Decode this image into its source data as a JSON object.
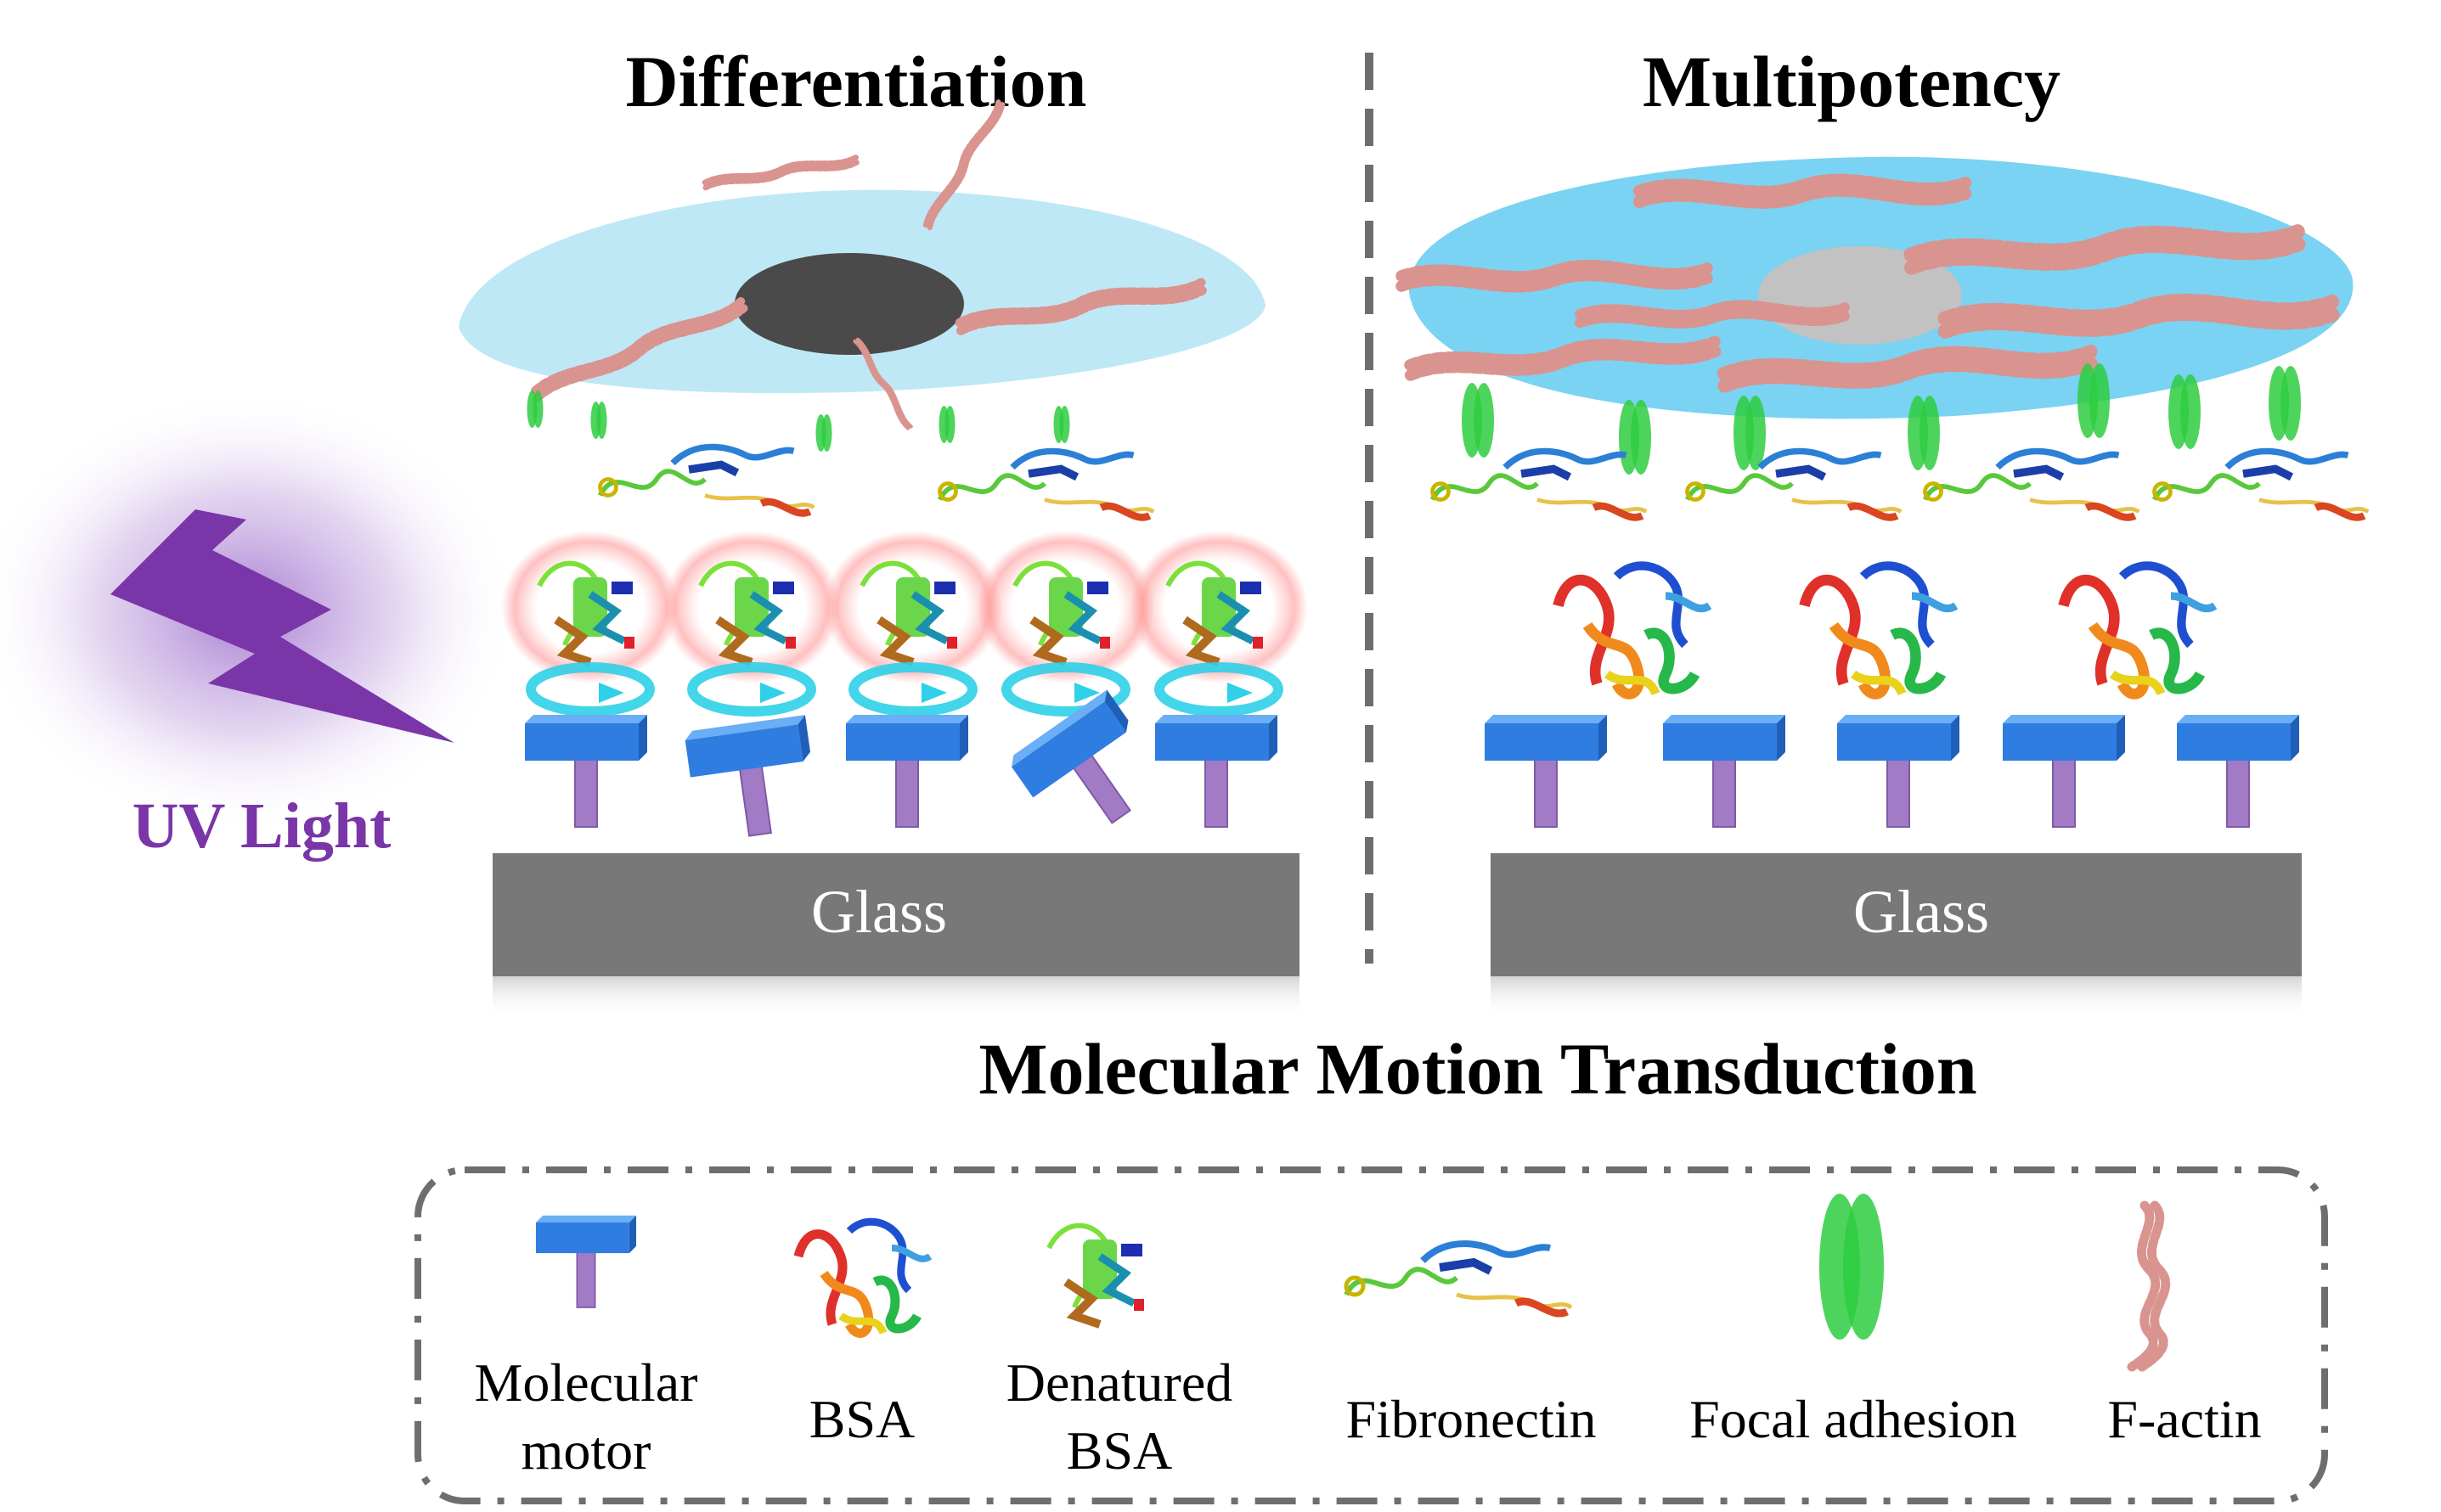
{
  "panels": {
    "left": {
      "title": "Differentiation",
      "substrate_label": "Glass"
    },
    "right": {
      "title": "Multipotency",
      "substrate_label": "Glass"
    }
  },
  "uv": {
    "label": "UV Light"
  },
  "center": {
    "caption": "Molecular Motion Transduction"
  },
  "legend": {
    "items": [
      {
        "name": "molecular-motor",
        "label_lines": [
          "Molecular",
          "motor"
        ]
      },
      {
        "name": "bsa",
        "label_lines": [
          "BSA"
        ]
      },
      {
        "name": "denatured-bsa",
        "label_lines": [
          "Denatured",
          "BSA"
        ]
      },
      {
        "name": "fibronectin",
        "label_lines": [
          "Fibronectin"
        ]
      },
      {
        "name": "focal-adhesion",
        "label_lines": [
          "Focal adhesion"
        ]
      },
      {
        "name": "f-actin",
        "label_lines": [
          "F-actin"
        ]
      }
    ]
  },
  "colors": {
    "cell_left": "#bfe8f6",
    "cell_right": "#7ad3f2",
    "nucleus_left": "#4a4a4a",
    "nucleus_right": "#c2c2c2",
    "motor_cap": "#2f7de1",
    "motor_stem": "#a27ac5",
    "glass": "#787878",
    "focal": "#2ecc40",
    "actin": "#d9948f",
    "uv": "#7a35a8"
  }
}
